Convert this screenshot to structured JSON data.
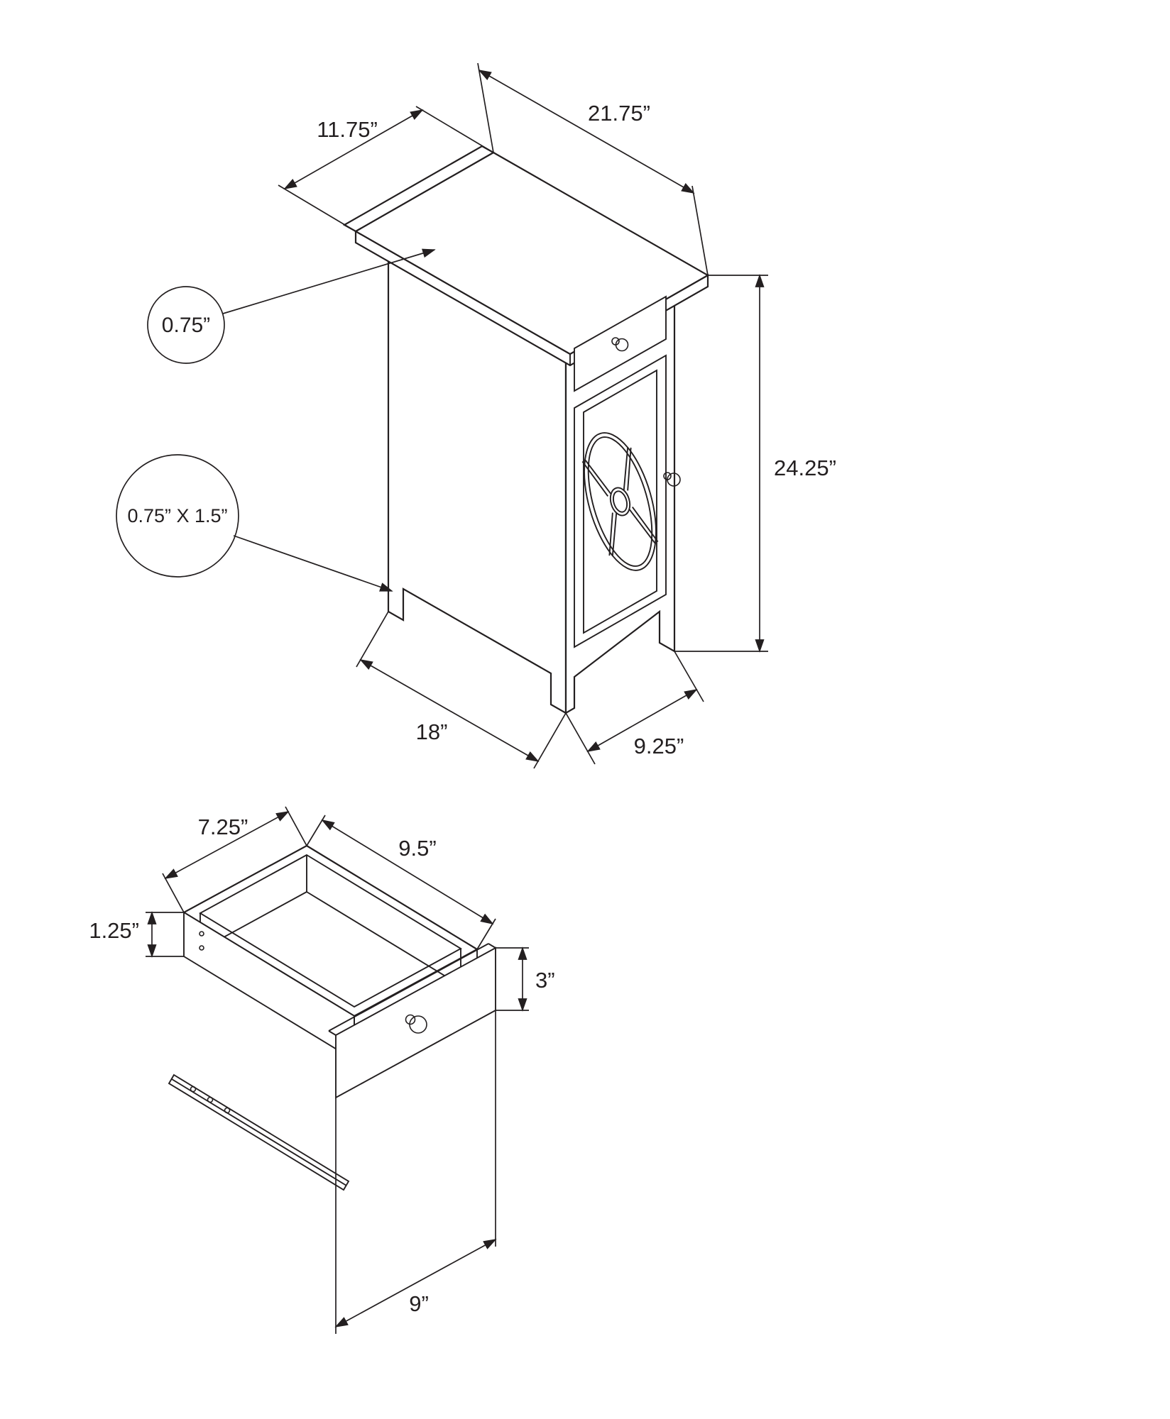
{
  "diagram": {
    "type": "furniture-technical-drawing",
    "colors": {
      "line": "#231f20",
      "background": "#ffffff"
    },
    "table_view": {
      "description": "isometric chairside accent table with drawer and glass cabinet door",
      "dimensions": {
        "top_depth": "21.75”",
        "top_width": "11.75”",
        "top_thickness": "0.75”",
        "leg_cross_section": "0.75” X 1.5”",
        "overall_height": "24.25”",
        "base_length": "18”",
        "base_depth": "9.25”"
      }
    },
    "drawer_view": {
      "description": "open drawer detail with slide rail",
      "dimensions": {
        "inner_width": "7.25”",
        "inner_depth": "9.5”",
        "side_height": "1.25”",
        "front_height": "3”",
        "front_width": "9”"
      }
    }
  }
}
